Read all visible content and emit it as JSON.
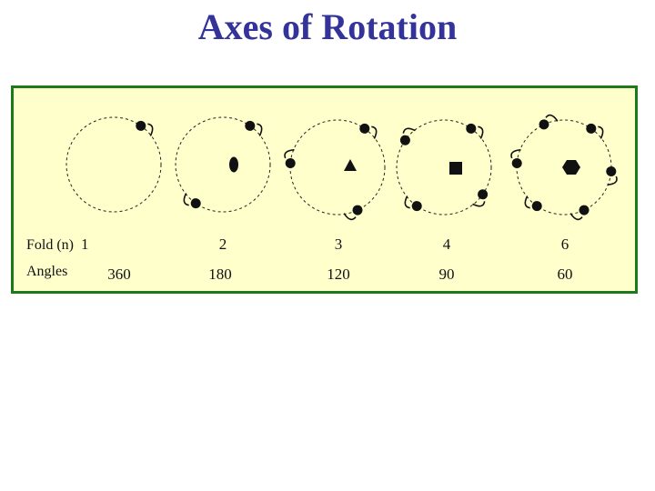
{
  "title": "Axes of Rotation",
  "colors": {
    "title": "#33339a",
    "panel_bg": "#ffffcc",
    "panel_border": "#1c7a1c",
    "ink": "#111111"
  },
  "row_labels": {
    "fold": "Fold (n)",
    "angles": "Angles"
  },
  "axes": [
    {
      "fold": "1",
      "angle": "360",
      "center_symbol": "none"
    },
    {
      "fold": "2",
      "angle": "180",
      "center_symbol": "ellipse-icon"
    },
    {
      "fold": "3",
      "angle": "120",
      "center_symbol": "triangle-icon"
    },
    {
      "fold": "4",
      "angle": "90",
      "center_symbol": "square-icon"
    },
    {
      "fold": "6",
      "angle": "60",
      "center_symbol": "hexagon-icon"
    }
  ]
}
